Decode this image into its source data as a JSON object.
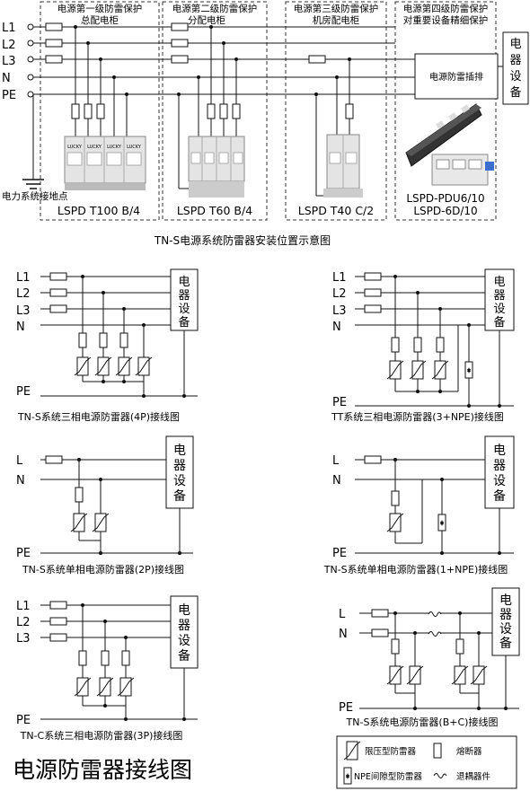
{
  "top_panel": {
    "zones": [
      {
        "title_l1": "电源第一级防雷保护",
        "title_l2": "总配电柜",
        "model": "LSPD T100 B/4"
      },
      {
        "title_l1": "电源第二级防雷保护",
        "title_l2": "分配电柜",
        "model": "LSPD T60 B/4"
      },
      {
        "title_l1": "电源第三级防雷保护",
        "title_l2": "机房配电柜",
        "model": "LSPD T40 C/2"
      },
      {
        "title_l1": "电源第四级防雷保护",
        "title_l2": "对重要设备精细保护",
        "model_l1": "LSPD-PDU6/10",
        "model_l2": "LSPD-6D/10"
      }
    ],
    "lines": [
      "L1",
      "L2",
      "L3",
      "N",
      "PE"
    ],
    "ground_label": "电力系统接地点",
    "strip_label": "电源防雷插排",
    "equipment_label": [
      "电",
      "器",
      "设",
      "备"
    ],
    "brand": "LUCKY",
    "caption": "TN-S电源系统防雷器安装位置示意图"
  },
  "diagrams": {
    "d1": {
      "lines": [
        "L1",
        "L2",
        "L3",
        "N"
      ],
      "pe": "PE",
      "caption": "TN-S系统三相电源防雷器(4P)接线图"
    },
    "d2": {
      "lines": [
        "L1",
        "L2",
        "L3",
        "N"
      ],
      "pe": "PE",
      "caption": "TT系统三相电源防雷器(3+NPE)接线图"
    },
    "d3": {
      "lines": [
        "L",
        "N"
      ],
      "pe": "PE",
      "caption": "TN-S系统单相电源防雷器(2P)接线图"
    },
    "d4": {
      "lines": [
        "L",
        "N"
      ],
      "pe": "PE",
      "caption": "TN-S系统单相电源防雷器(1+NPE)接线图"
    },
    "d5": {
      "lines": [
        "L1",
        "L2",
        "L3"
      ],
      "pe": "PE",
      "caption": "TN-C系统三相电源防雷器(3P)接线图"
    },
    "d6": {
      "lines": [
        "L",
        "N"
      ],
      "pe": "PE",
      "caption": "TN-S系统电源防雷器(B+C)接线图"
    }
  },
  "legend": {
    "varistor": "限压型防雷器",
    "fuse": "熔断器",
    "npe": "NPE间隙型防雷器",
    "decoupler": "退耦器件"
  },
  "page_title": "电源防雷器接线图"
}
